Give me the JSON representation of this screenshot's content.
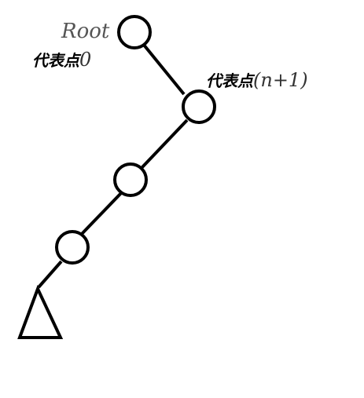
{
  "labels": {
    "root": "Root",
    "rep0_prefix": "代表点",
    "rep0_suffix": "0",
    "rep1_prefix": "代表点",
    "rep1_suffix": "(n+1)"
  },
  "colors": {
    "stroke": "#000000",
    "node_fill": "#ffffff",
    "background": "#ffffff"
  }
}
